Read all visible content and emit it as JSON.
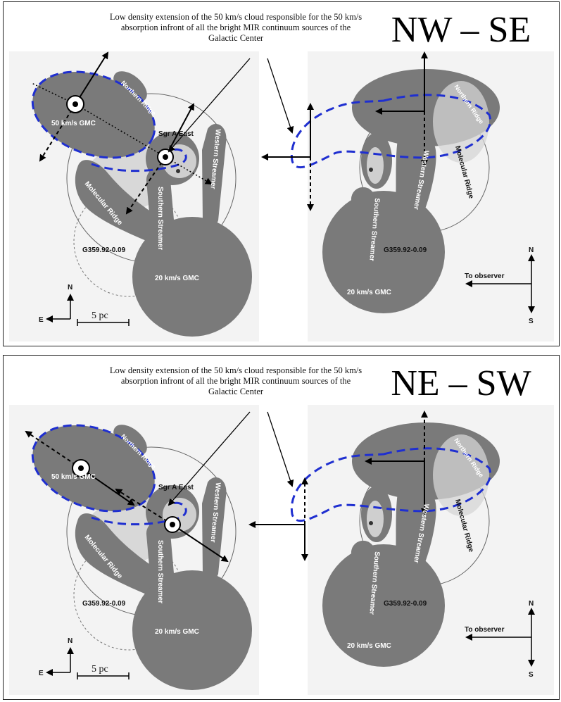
{
  "panels": [
    {
      "title": "NW – SE",
      "caption": "Low density extension of the 50 km/s cloud responsible for the 50 km/s absorption infront of all the bright MIR continuum sources of the Galactic Center",
      "left_view": {
        "cloud_50": "50 km/s GMC",
        "northern_ridge": "Northern Ridge",
        "sgr_a_east": "Sgr A East",
        "western_streamer": "Western Streamer",
        "southern_streamer": "Southern Streamer",
        "molecular_ridge": "Molecular Ridge",
        "snr": "G359.92-0.09",
        "cloud_20": "20 km/s GMC",
        "compass_n": "N",
        "compass_e": "E",
        "scale": "5 pc"
      },
      "right_view": {
        "northern_ridge": "Northern Ridge",
        "western_streamer": "Western Streamer",
        "molecular_ridge": "Molecular Ridge",
        "southern_streamer": "Southern Streamer",
        "snr": "G359.92-0.09",
        "cloud_20": "20 km/s GMC",
        "to_observer": "To observer",
        "compass_n": "N",
        "compass_s": "S"
      }
    },
    {
      "title": "NE – SW",
      "caption": "Low density extension of the 50 km/s cloud responsible for the 50 km/s absorption infront of all the bright MIR continuum sources of the Galactic Center",
      "left_view": {
        "cloud_50": "50 km/s GMC",
        "northern_ridge": "Northern Ridge",
        "sgr_a_east": "Sgr A East",
        "western_streamer": "Western Streamer",
        "southern_streamer": "Southern Streamer",
        "molecular_ridge": "Molecular Ridge",
        "snr": "G359.92-0.09",
        "cloud_20": "20 km/s GMC",
        "compass_n": "N",
        "compass_e": "E",
        "scale": "5 pc"
      },
      "right_view": {
        "northern_ridge": "Northern Ridge",
        "western_streamer": "Western Streamer",
        "molecular_ridge": "Molecular Ridge",
        "southern_streamer": "Southern Streamer",
        "snr": "G359.92-0.09",
        "cloud_20": "20 km/s GMC",
        "to_observer": "To observer",
        "compass_n": "N",
        "compass_s": "S"
      }
    }
  ],
  "colors": {
    "cloud_gray": "#7a7a7a",
    "light_gray": "#d6d6d6",
    "extension_dash": "#1f2fd0",
    "background": "#f2f2f2"
  }
}
